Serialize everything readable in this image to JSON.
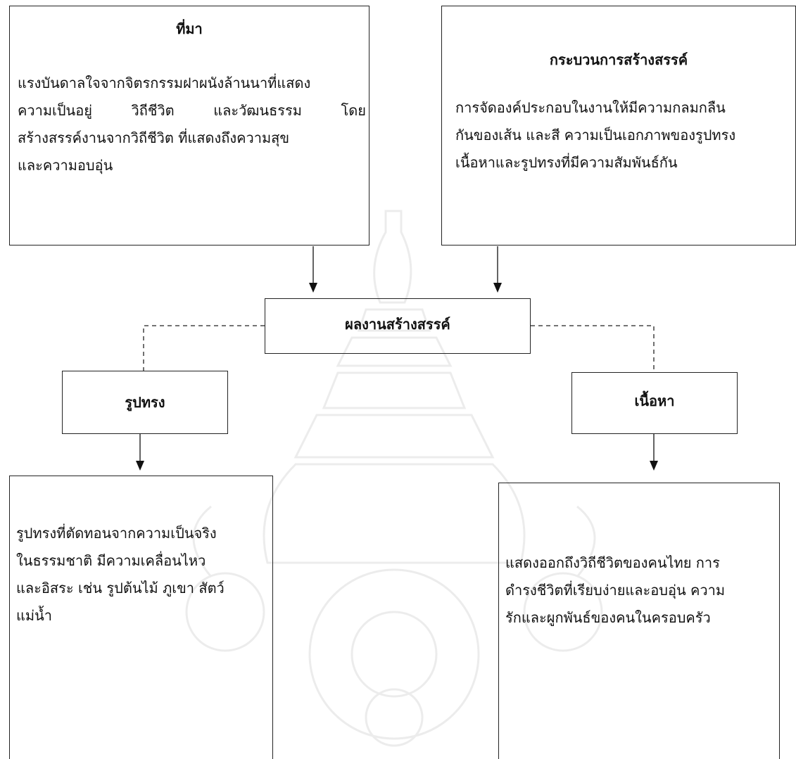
{
  "nodes": {
    "source": {
      "title": "ที่มา",
      "lines": [
        "แรงบันดาลใจจากจิตรกรรมฝาผนังล้านนาที่แสดง",
        "ความเป็นอยู่ วิถีชีวิต และวัฒนธรรม โดย",
        "สร้างสรรค์งานจากวิถีชีวิต ที่แสดงถึงความสุข",
        "และความอบอุ่น"
      ]
    },
    "process": {
      "title": "กระบวนการสร้างสรรค์",
      "lines": [
        "การจัดองค์ประกอบในงานให้มีความกลมกลืน",
        "กันของเส้น และสี ความเป็นเอกภาพของรูปทรง",
        "เนื้อหาและรูปทรงที่มีความสัมพันธ์กัน"
      ]
    },
    "result": {
      "title": "ผลงานสร้างสรรค์"
    },
    "form": {
      "title": "รูปทรง",
      "lines": [
        "รูปทรงที่ตัดทอนจากความเป็นจริง",
        "ในธรรมชาติ มีความเคลื่อนไหว",
        "และอิสระ เช่น รูปต้นไม้ ภูเขา สัตว์",
        "แม่น้ำ"
      ]
    },
    "content": {
      "title": "เนื้อหา",
      "lines": [
        "แสดงออกถึงวิถีชีวิตของคนไทย การ",
        "ดำรงชีวิตที่เรียบง่ายและอบอุ่น ความ",
        "รักและผูกพันธ์ของคนในครอบครัว"
      ]
    }
  }
}
